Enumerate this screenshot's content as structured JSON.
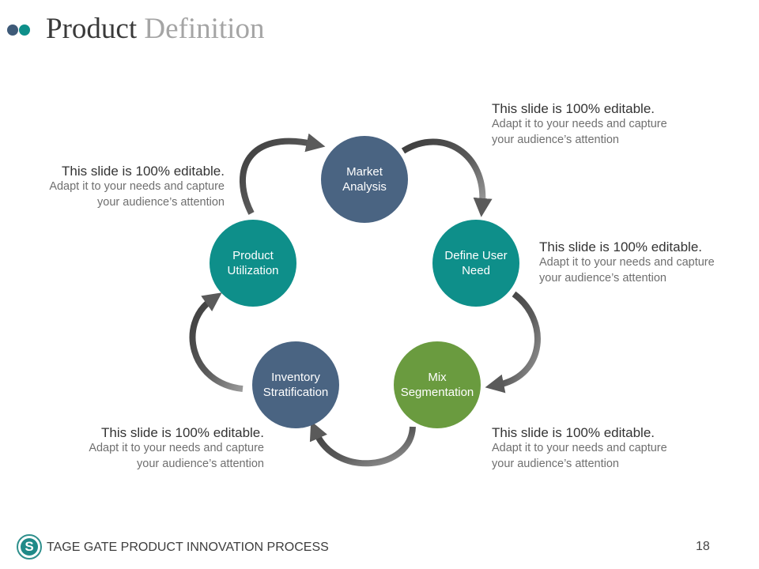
{
  "title": {
    "primary": "Product",
    "secondary": "Definition"
  },
  "nodes": {
    "market_analysis": "Market Analysis",
    "define_user_need": "Define User Need",
    "mix_segmentation": "Mix Segmentation",
    "inventory_stratification": "Inventory Stratification",
    "product_utilization": "Product Utilization"
  },
  "notes": [
    {
      "heading": "This slide is 100% editable.",
      "body": "Adapt it to your needs and capture your audience’s attention"
    },
    {
      "heading": "This slide is 100% editable.",
      "body": "Adapt it to your needs and capture your audience’s attention"
    },
    {
      "heading": "This slide is 100% editable.",
      "body": "Adapt it to your needs and capture your audience’s attention"
    },
    {
      "heading": "This slide is 100% editable.",
      "body": "Adapt it to your needs and capture your audience’s attention"
    },
    {
      "heading": "This slide is 100% editable.",
      "body": "Adapt it to your needs and capture your audience’s attention"
    }
  ],
  "footer": {
    "logo_letter": "S",
    "text": "TAGE GATE PRODUCT INNOVATION PROCESS",
    "page_number": "18"
  },
  "colors": {
    "slate": "#4a6482",
    "teal": "#0e8f8a",
    "green": "#6a9b3f",
    "arrow": "#4d4d4d"
  },
  "icons": {
    "header": "two-dot-bullet-icon",
    "logo": "s-circle-logo-icon",
    "arrows": "curved-arrow-icon"
  }
}
